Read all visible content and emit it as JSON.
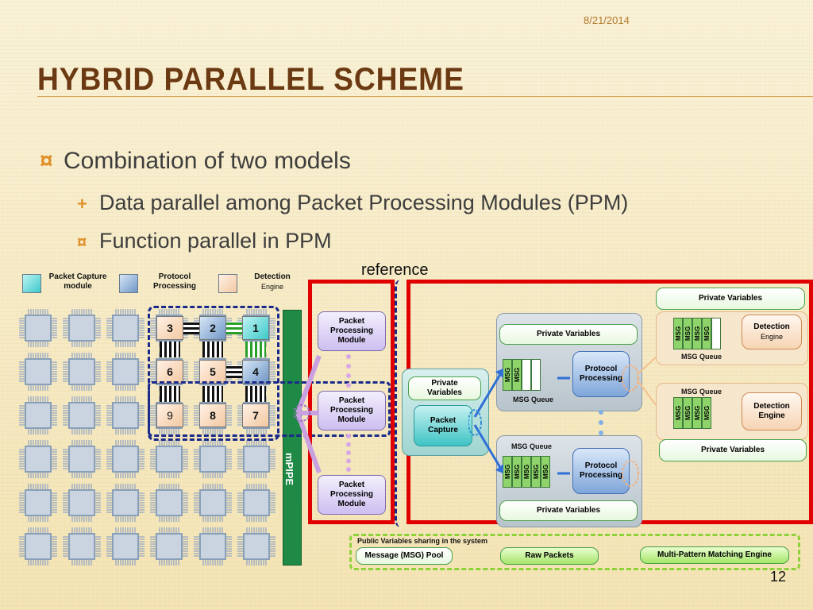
{
  "slide": {
    "date": "8/21/2014",
    "title": "HYBRID PARALLEL SCHEME",
    "bullets": [
      {
        "text": "Combination of two models",
        "marker": "¤"
      },
      {
        "text": "Data parallel among Packet Processing Modules (PPM)",
        "marker": "+"
      },
      {
        "text": "Function parallel in PPM",
        "marker": "¤"
      }
    ],
    "reference": "reference",
    "page_number": "12"
  },
  "legend": {
    "capture": "Packet Capture module",
    "protocol": "Protocol Processing",
    "detection_line1": "Detection",
    "detection_line2": "Engine",
    "capture_l1": "Packet Capture",
    "capture_l2": "module",
    "protocol_l1": "Protocol",
    "protocol_l2": "Processing"
  },
  "tiles": [
    "3",
    "2",
    "1",
    "6",
    "5",
    "4",
    "9",
    "8",
    "7"
  ],
  "mpipe": "mPIPE",
  "ppm": {
    "line1": "Packet",
    "line2": "Processing",
    "line3": "Module"
  },
  "detail": {
    "private_variables": "Private Variables",
    "msg_queue": "MSG Queue",
    "msg": "MSG",
    "packet_capture_l1": "Packet",
    "packet_capture_l2": "Capture",
    "private_l1": "Private",
    "private_l2": "Variables",
    "protocol_l1": "Protocol",
    "protocol_l2": "Processing",
    "detection_l1": "Detection",
    "detection_l2": "Engine"
  },
  "public": {
    "title": "Public Variables sharing in the system",
    "msg_pool": "Message (MSG) Pool",
    "raw_packets": "Raw Packets",
    "mpm": "Multi-Pattern Matching Engine"
  },
  "colors": {
    "title": "#6b3a12",
    "red_frame": "#e00000",
    "blue_dash": "#1a2a8a",
    "mpipe": "#1f8a45"
  }
}
